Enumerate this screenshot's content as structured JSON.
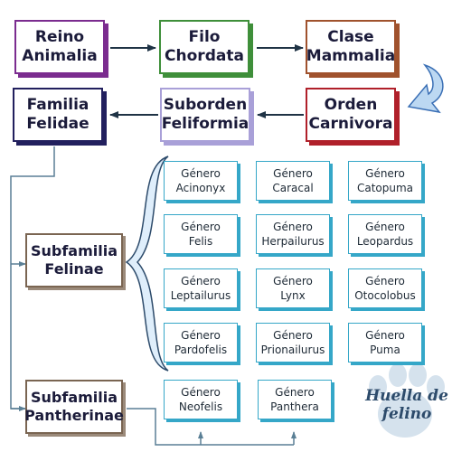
{
  "taxonomy": {
    "reino": "Reino\nAnimalia",
    "filo": "Filo\nChordata",
    "clase": "Clase\nMammalia",
    "orden": "Orden\nCarnivora",
    "suborden": "Suborden\nFeliformia",
    "familia": "Familia\nFelidae"
  },
  "subfamilies": {
    "felinae": "Subfamilia\nFelinae",
    "pantherinae": "Subfamilia\nPantherinae"
  },
  "felinae_genera": [
    "Género\nAcinonyx",
    "Género\nCaracal",
    "Género\nCatopuma",
    "Género\nFelis",
    "Género\nHerpailurus",
    "Género\nLeopardus",
    "Género\nLeptailurus",
    "Género\nLynx",
    "Género\nOtocolobus",
    "Género\nPardofelis",
    "Género\nPrionailurus",
    "Género\nPuma"
  ],
  "pantherinae_genera": [
    "Género\nNeofelis",
    "Género\nPanthera"
  ],
  "watermark": "Huella de\nfelino",
  "colors": {
    "reino": "#7b2c8f",
    "filo": "#3f8f3a",
    "clase": "#a0522d",
    "orden": "#b0202a",
    "suborden": "#a9a0d8",
    "familia": "#22205e",
    "genus_border": "#35a7c8",
    "arrow": "#1f3345",
    "curl_arrow": "#3a6fb5"
  }
}
